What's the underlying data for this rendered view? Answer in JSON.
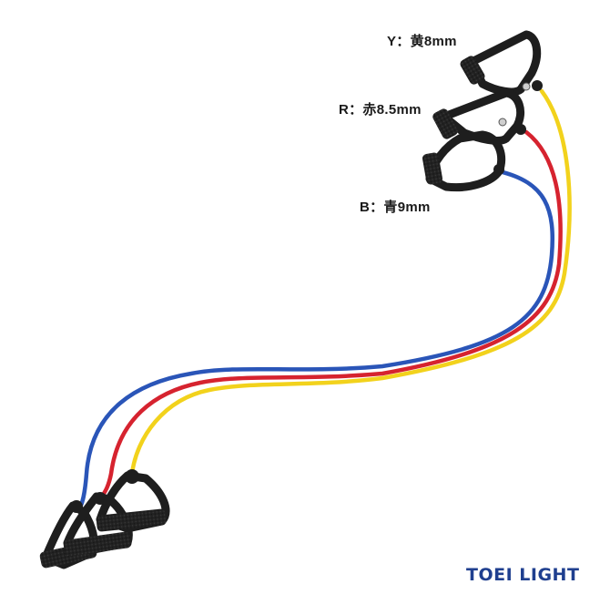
{
  "labels": {
    "yellow": "Y：黄8mm",
    "red": "R：赤8.5mm",
    "blue": "B：青9mm"
  },
  "brand": "TOEI LIGHT",
  "colors": {
    "yellow": "#f2d21c",
    "red": "#d6232f",
    "blue": "#2a55b8",
    "handle": "#1e1e1e",
    "brand": "#1f3f8f"
  }
}
